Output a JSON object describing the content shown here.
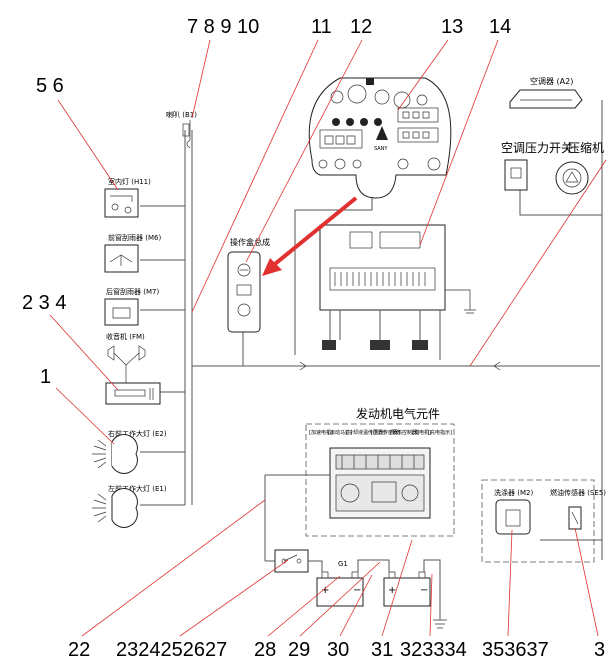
{
  "callouts_top": {
    "c78910": "7 8 9 10",
    "c11": "11",
    "c12": "12",
    "c13": "13",
    "c14": "14",
    "c56": "5 6",
    "c234": "2 3 4",
    "c1": "1"
  },
  "callouts_bottom": {
    "c22": "22",
    "c2324252627": "2324252627",
    "c28": "28",
    "c29": "29",
    "c30": "30",
    "c31": "31",
    "c323334": "323334",
    "c353637": "353637",
    "c3": "3"
  },
  "components": {
    "horn": "喇叭 (B1)",
    "interior_light": "室内灯 (H11)",
    "front_wiper": "前窗刮雨器 (M6)",
    "rear_wiper": "后窗刮雨器 (M7)",
    "radio": "收音机 (FM)",
    "right_work_light": "右前工作大灯 (E2)",
    "left_work_light": "左前工作大灯 (E1)",
    "control_box": "操作盒总成",
    "air_conditioner": "空调器 (A2)",
    "ac_pressure_switch": "空调压力开关",
    "compressor": "压缩机",
    "engine_parts": "发动机电气元件",
    "washer": "洗涤器 (M2)",
    "fuel_sensor": "燃油传感器 (SE5)",
    "battery": "G1",
    "panel_brand": "SANY"
  },
  "engine_sublabels": [
    "[加速电机]",
    "[启动马达]",
    "[冷却液温传感器]",
    "[压力传感器]",
    "[预热控制器]",
    "[发电机]",
    "[充电指示]"
  ]
}
